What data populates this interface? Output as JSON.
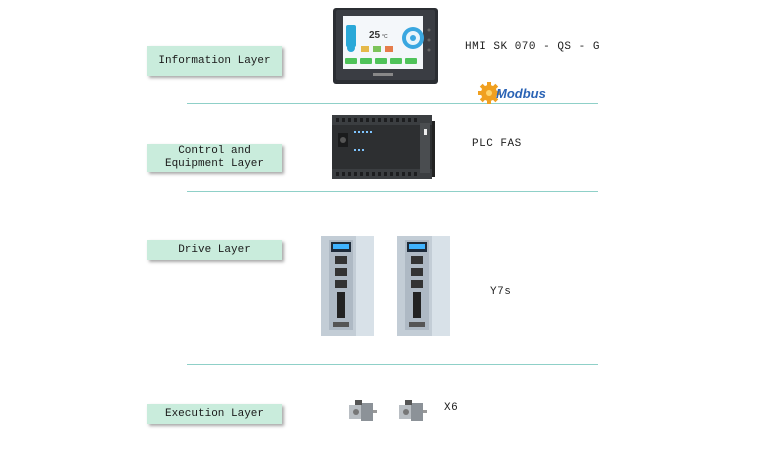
{
  "layers": [
    {
      "label": "Information Layer"
    },
    {
      "label": "Control and Equipment Layer"
    },
    {
      "label": "Drive Layer"
    },
    {
      "label": "Execution Layer"
    }
  ],
  "devices": {
    "hmi": {
      "caption": "HMI SK 070 - QS - G",
      "screen_temperature": "25",
      "screen_unit": "°C"
    },
    "protocol": {
      "name": "Modbus"
    },
    "plc": {
      "caption": "PLC FAS"
    },
    "drive": {
      "caption": "Y7s"
    },
    "motor": {
      "caption": "X6"
    }
  },
  "colors": {
    "label_bg": "#c9ecdc",
    "divider": "#8fd0c8",
    "modbus_blue": "#2a63b5",
    "modbus_orange": "#f0a020"
  }
}
